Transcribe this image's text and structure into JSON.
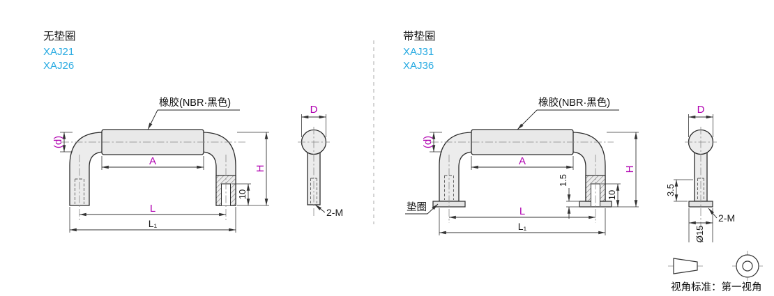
{
  "colors": {
    "model_text": "#29abe2",
    "dimension_text": "#b000b0"
  },
  "left_variant": {
    "title": "无垫圈",
    "models": [
      "XAJ21",
      "XAJ26"
    ],
    "front": {
      "rubber_label": "橡胶(NBR·黑色)",
      "dim_d": "(d)",
      "dim_A": "A",
      "dim_H": "H",
      "dim_10": "10",
      "dim_L": "L",
      "dim_L1": "L₁"
    },
    "side": {
      "dim_D": "D",
      "thread_label": "2-M"
    }
  },
  "right_variant": {
    "title": "带垫圈",
    "models": [
      "XAJ31",
      "XAJ36"
    ],
    "front": {
      "rubber_label": "橡胶(NBR·黑色)",
      "washer_label": "垫圈",
      "dim_d": "(d)",
      "dim_A": "A",
      "dim_H": "H",
      "dim_1_5": "1.5",
      "dim_10": "10",
      "dim_L": "L",
      "dim_L1": "L₁"
    },
    "side": {
      "dim_D": "D",
      "dim_3_5": "3.5",
      "dim_dia15": "Ø15",
      "thread_label": "2-M"
    }
  },
  "footer": {
    "projection_label": "视角标准：第一视角"
  }
}
